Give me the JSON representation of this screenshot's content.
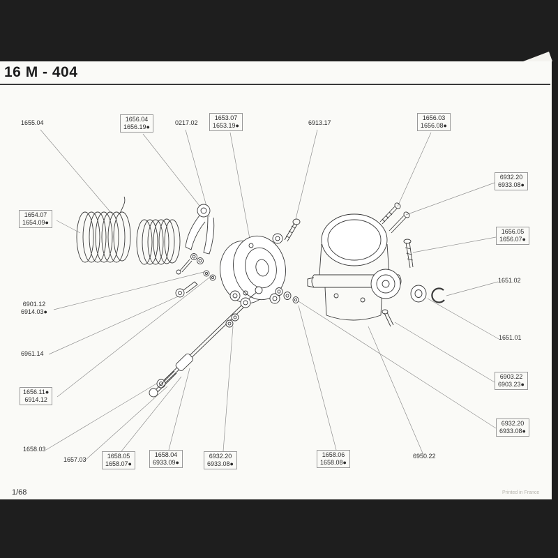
{
  "page": {
    "title": "16 M - 404",
    "page_number": "1/68",
    "printed_note": "Printed in France"
  },
  "labels": [
    {
      "line1": "1655.04"
    },
    {
      "line1": "1656.04",
      "line2": "1656.19●"
    },
    {
      "line1": "0217.02"
    },
    {
      "line1": "1653.07",
      "line2": "1653.19●"
    },
    {
      "line1": "6913.17"
    },
    {
      "line1": "1656.03",
      "line2": "1656.08●"
    },
    {
      "line1": "6932.20",
      "line2": "6933.08●"
    },
    {
      "line1": "1654.07",
      "line2": "1654.09●"
    },
    {
      "line1": "1656.05",
      "line2": "1656.07●"
    },
    {
      "line1": "1651.02"
    },
    {
      "line1": "6901.12",
      "line2": "6914.03●"
    },
    {
      "line1": "1651.01"
    },
    {
      "line1": "6961.14"
    },
    {
      "line1": "6903.22",
      "line2": "6903.23●"
    },
    {
      "line1": "1656.11●",
      "line2": "6914.12"
    },
    {
      "line1": "6932.20",
      "line2": "6933.08●"
    },
    {
      "line1": "1658.03"
    },
    {
      "line1": "1657.03"
    },
    {
      "line1": "1658.05",
      "line2": "1658.07●"
    },
    {
      "line1": "1658.04",
      "line2": "6933.09●"
    },
    {
      "line1": "6932.20",
      "line2": "6933.08●"
    },
    {
      "line1": "1658.06",
      "line2": "1658.08●"
    },
    {
      "line1": "6950.22"
    }
  ]
}
